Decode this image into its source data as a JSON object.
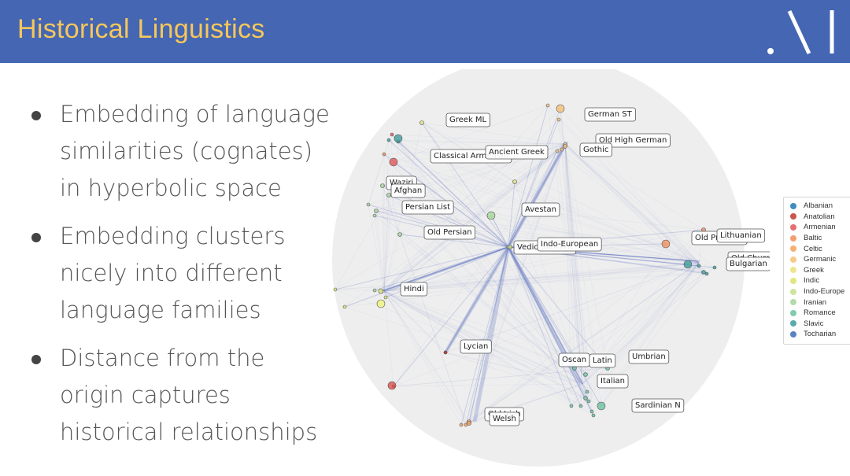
{
  "header": {
    "title": "Historical Linguistics"
  },
  "bullets": [
    "Embedding of language similarities (cognates) in hyperbolic space",
    "Embedding clusters nicely into different language families",
    "Distance from the origin captures historical relationships"
  ],
  "legend": [
    {
      "label": "Albanian",
      "color": "#1f77b4"
    },
    {
      "label": "Anatolian",
      "color": "#c0392b"
    },
    {
      "label": "Armenian",
      "color": "#e15759"
    },
    {
      "label": "Baltic",
      "color": "#f28e5b"
    },
    {
      "label": "Celtic",
      "color": "#f5a25d"
    },
    {
      "label": "Germanic",
      "color": "#f6c177"
    },
    {
      "label": "Greek",
      "color": "#e9e27a"
    },
    {
      "label": "Indic",
      "color": "#dde26b"
    },
    {
      "label": "Indo-Europe",
      "color": "#c7df8e"
    },
    {
      "label": "Iranian",
      "color": "#a6d59a"
    },
    {
      "label": "Romance",
      "color": "#6cc3a0"
    },
    {
      "label": "Slavic",
      "color": "#3e9c9c"
    },
    {
      "label": "Tocharian",
      "color": "#3b6fb6"
    }
  ],
  "languages": [
    {
      "name": "Greek ML",
      "color": "#e9e27a"
    },
    {
      "name": "German ST",
      "color": "#f6c177"
    },
    {
      "name": "Classical Armenian",
      "color": "#e15759"
    },
    {
      "name": "Ancient Greek",
      "color": "#e9e27a"
    },
    {
      "name": "Old High German",
      "color": "#f6c177"
    },
    {
      "name": "Gothic",
      "color": "#f6c177"
    },
    {
      "name": "Waziri",
      "color": "#a6d59a"
    },
    {
      "name": "Afghan",
      "color": "#a6d59a"
    },
    {
      "name": "Persian List",
      "color": "#a6d59a"
    },
    {
      "name": "Avestan",
      "color": "#a6d59a"
    },
    {
      "name": "Old Persian",
      "color": "#a6d59a"
    },
    {
      "name": "Vedic Sanskrit",
      "color": "#dde26b"
    },
    {
      "name": "Indo-European",
      "color": "#c7df8e"
    },
    {
      "name": "Old Prussian",
      "color": "#f28e5b"
    },
    {
      "name": "Lithuanian",
      "color": "#f28e5b"
    },
    {
      "name": "Old Church Slavonic",
      "color": "#3e9c9c"
    },
    {
      "name": "Bulgarian",
      "color": "#3e9c9c"
    },
    {
      "name": "Hindi",
      "color": "#dde26b"
    },
    {
      "name": "Lycian",
      "color": "#c0392b"
    },
    {
      "name": "Oscan",
      "color": "#6cc3a0"
    },
    {
      "name": "Latin",
      "color": "#6cc3a0"
    },
    {
      "name": "Umbrian",
      "color": "#6cc3a0"
    },
    {
      "name": "Italian",
      "color": "#6cc3a0"
    },
    {
      "name": "Sardinian N",
      "color": "#6cc3a0"
    },
    {
      "name": "Old Irish",
      "color": "#f5a25d"
    },
    {
      "name": "Welsh",
      "color": "#f5a25d"
    }
  ]
}
